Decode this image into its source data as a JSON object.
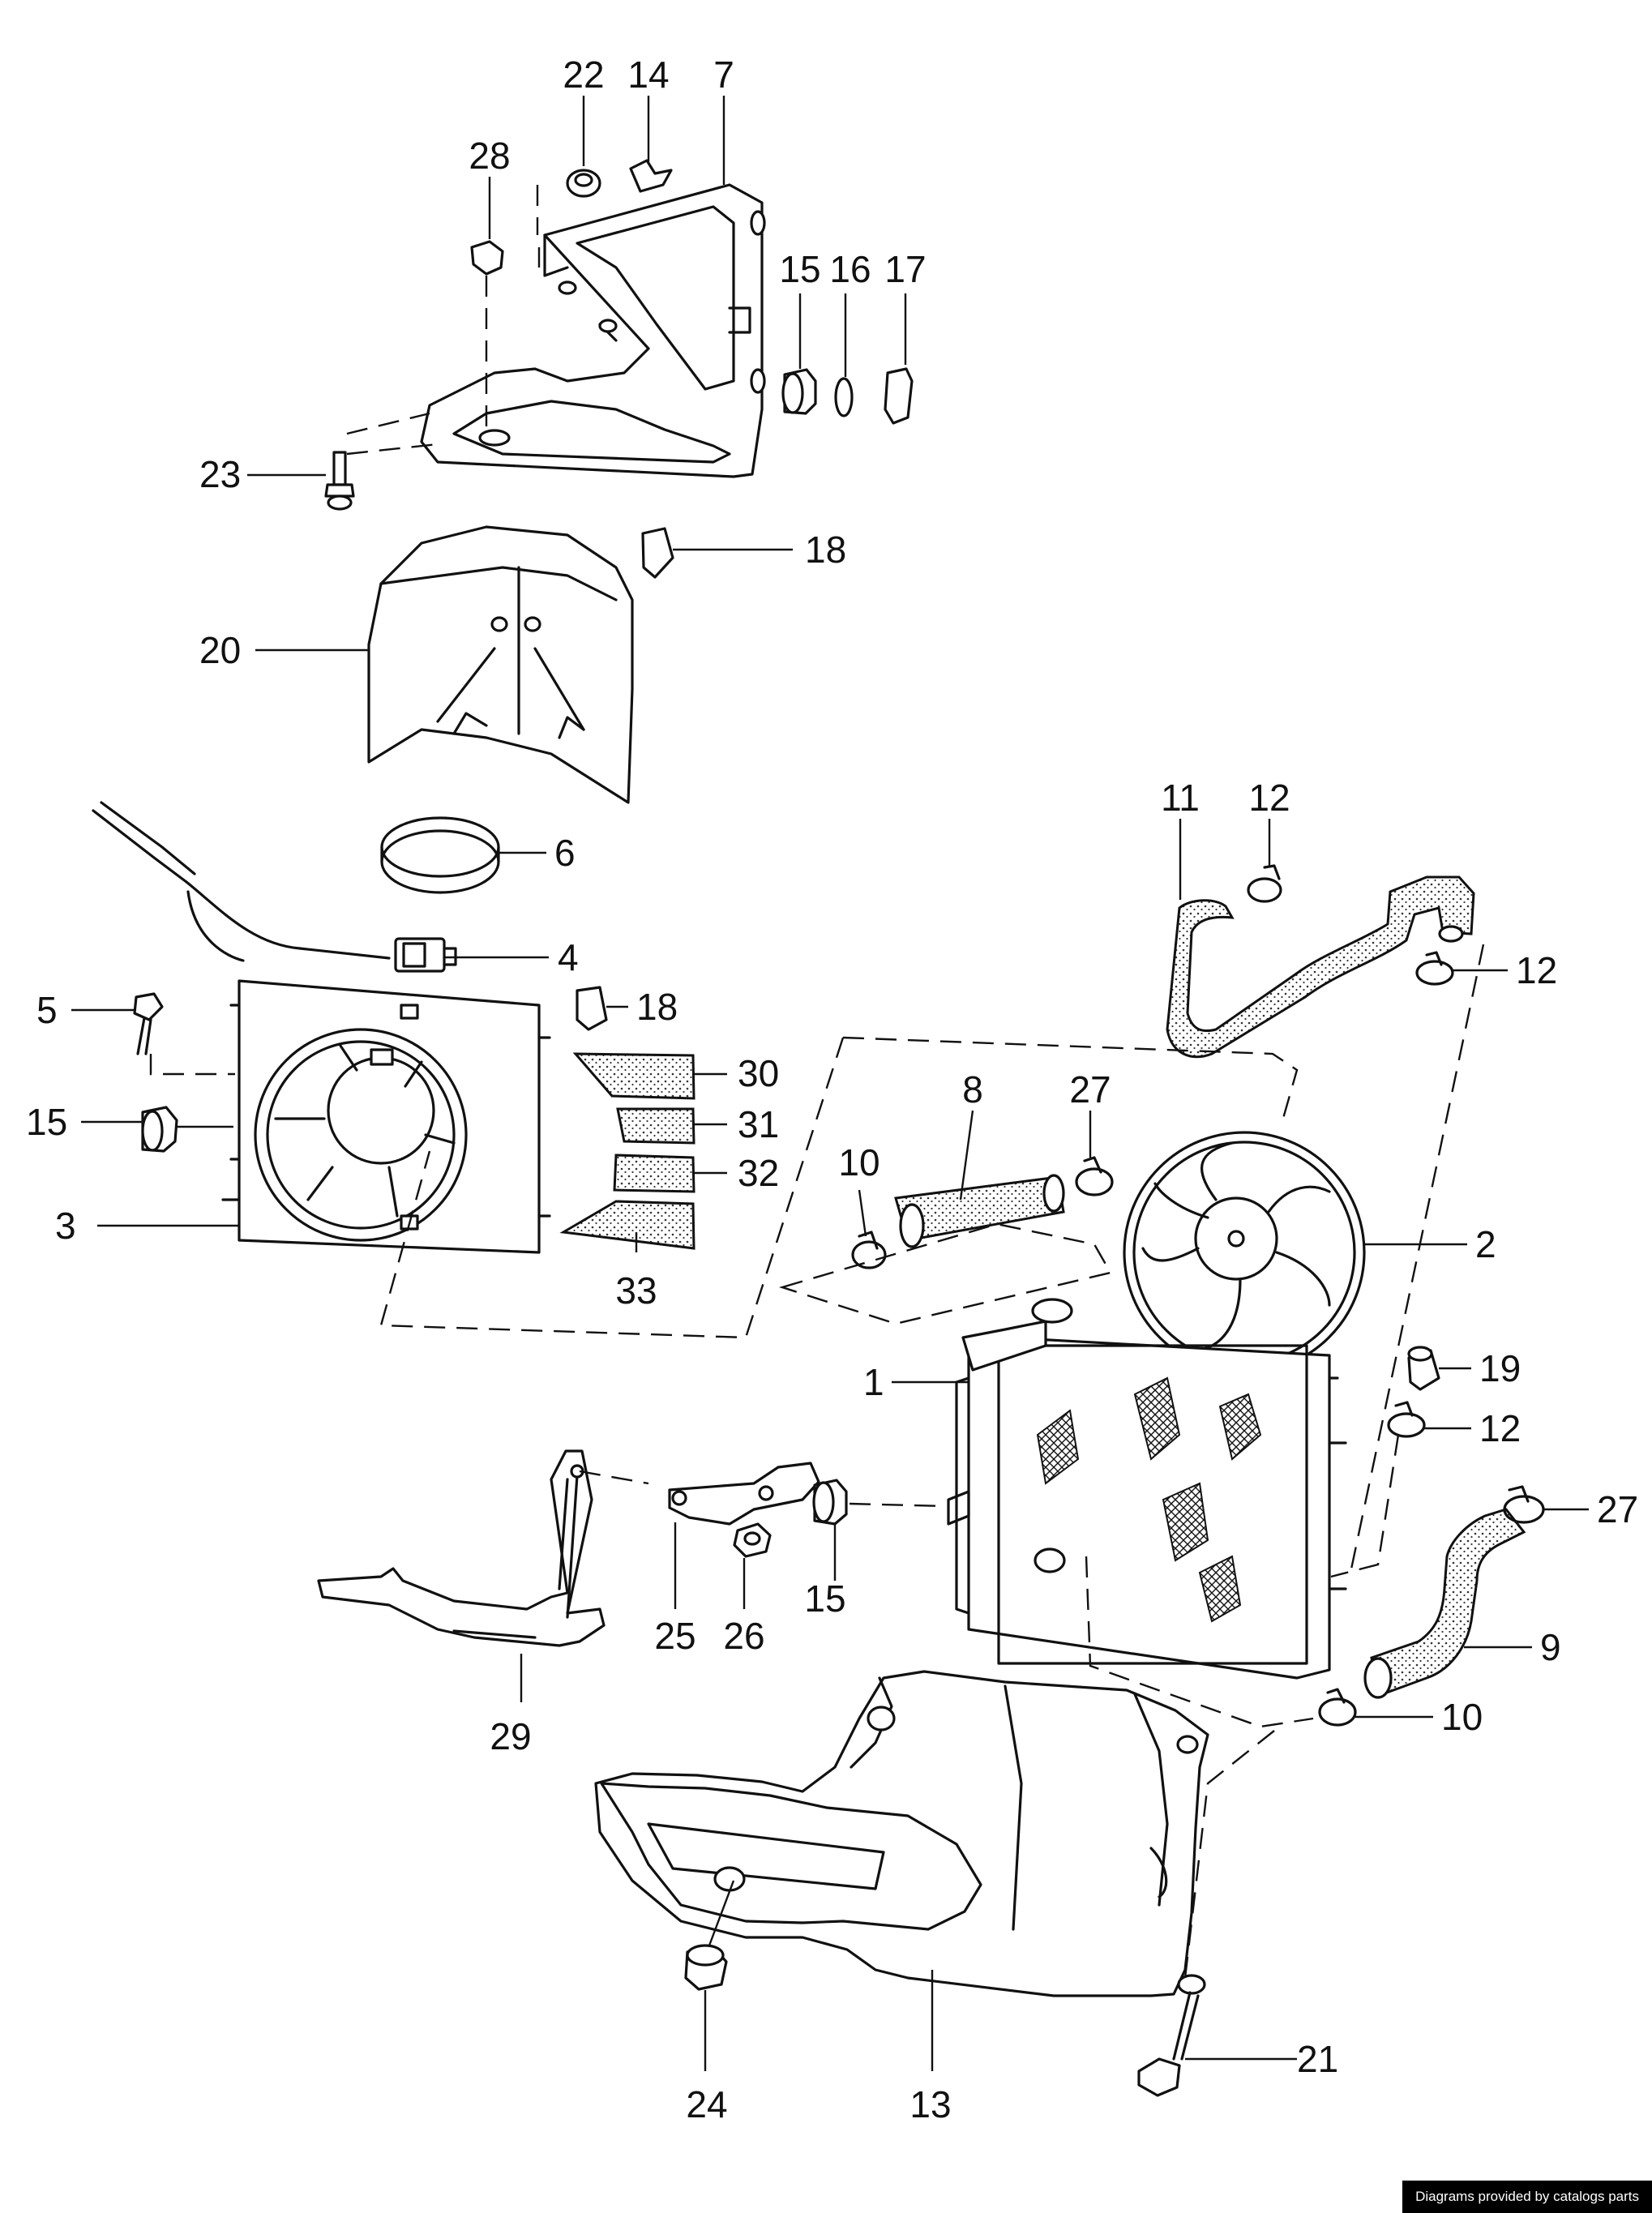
{
  "credit_text": "Diagrams provided by catalogs parts",
  "callouts": [
    {
      "label": "22"
    },
    {
      "label": "14"
    },
    {
      "label": "7"
    },
    {
      "label": "28"
    },
    {
      "label": "15"
    },
    {
      "label": "16"
    },
    {
      "label": "17"
    },
    {
      "label": "23"
    },
    {
      "label": "18"
    },
    {
      "label": "20"
    },
    {
      "label": "11"
    },
    {
      "label": "12"
    },
    {
      "label": "6"
    },
    {
      "label": "12"
    },
    {
      "label": "4"
    },
    {
      "label": "5"
    },
    {
      "label": "18"
    },
    {
      "label": "30"
    },
    {
      "label": "27"
    },
    {
      "label": "8"
    },
    {
      "label": "15"
    },
    {
      "label": "31"
    },
    {
      "label": "10"
    },
    {
      "label": "32"
    },
    {
      "label": "3"
    },
    {
      "label": "2"
    },
    {
      "label": "33"
    },
    {
      "label": "1"
    },
    {
      "label": "19"
    },
    {
      "label": "12"
    },
    {
      "label": "27"
    },
    {
      "label": "15"
    },
    {
      "label": "25"
    },
    {
      "label": "26"
    },
    {
      "label": "9"
    },
    {
      "label": "29"
    },
    {
      "label": "10"
    },
    {
      "label": "21"
    },
    {
      "label": "24"
    },
    {
      "label": "13"
    }
  ]
}
